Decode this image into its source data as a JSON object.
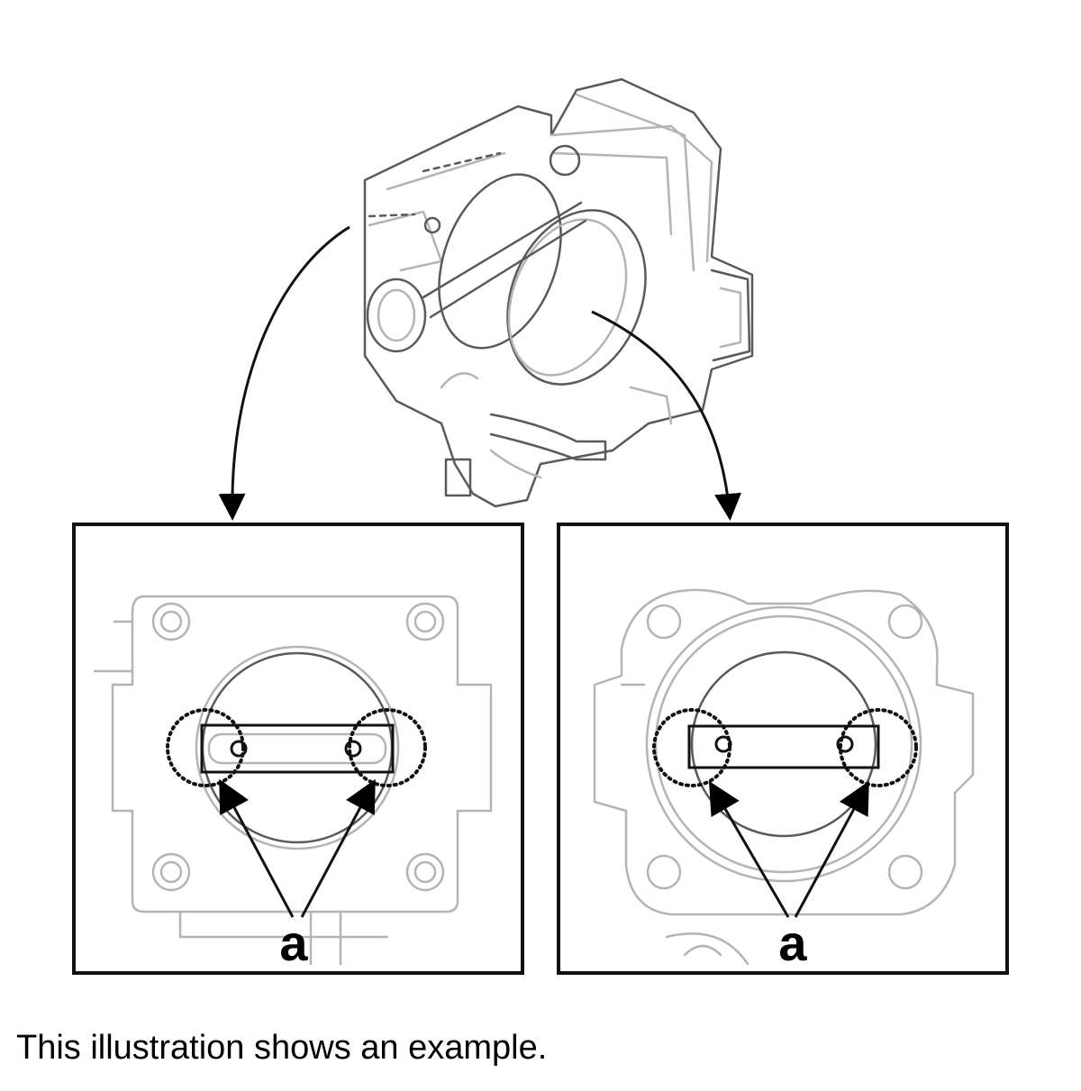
{
  "figure": {
    "caption": "This illustration shows an example.",
    "left_detail": {
      "callout": "a"
    },
    "right_detail": {
      "callout": "a"
    }
  }
}
